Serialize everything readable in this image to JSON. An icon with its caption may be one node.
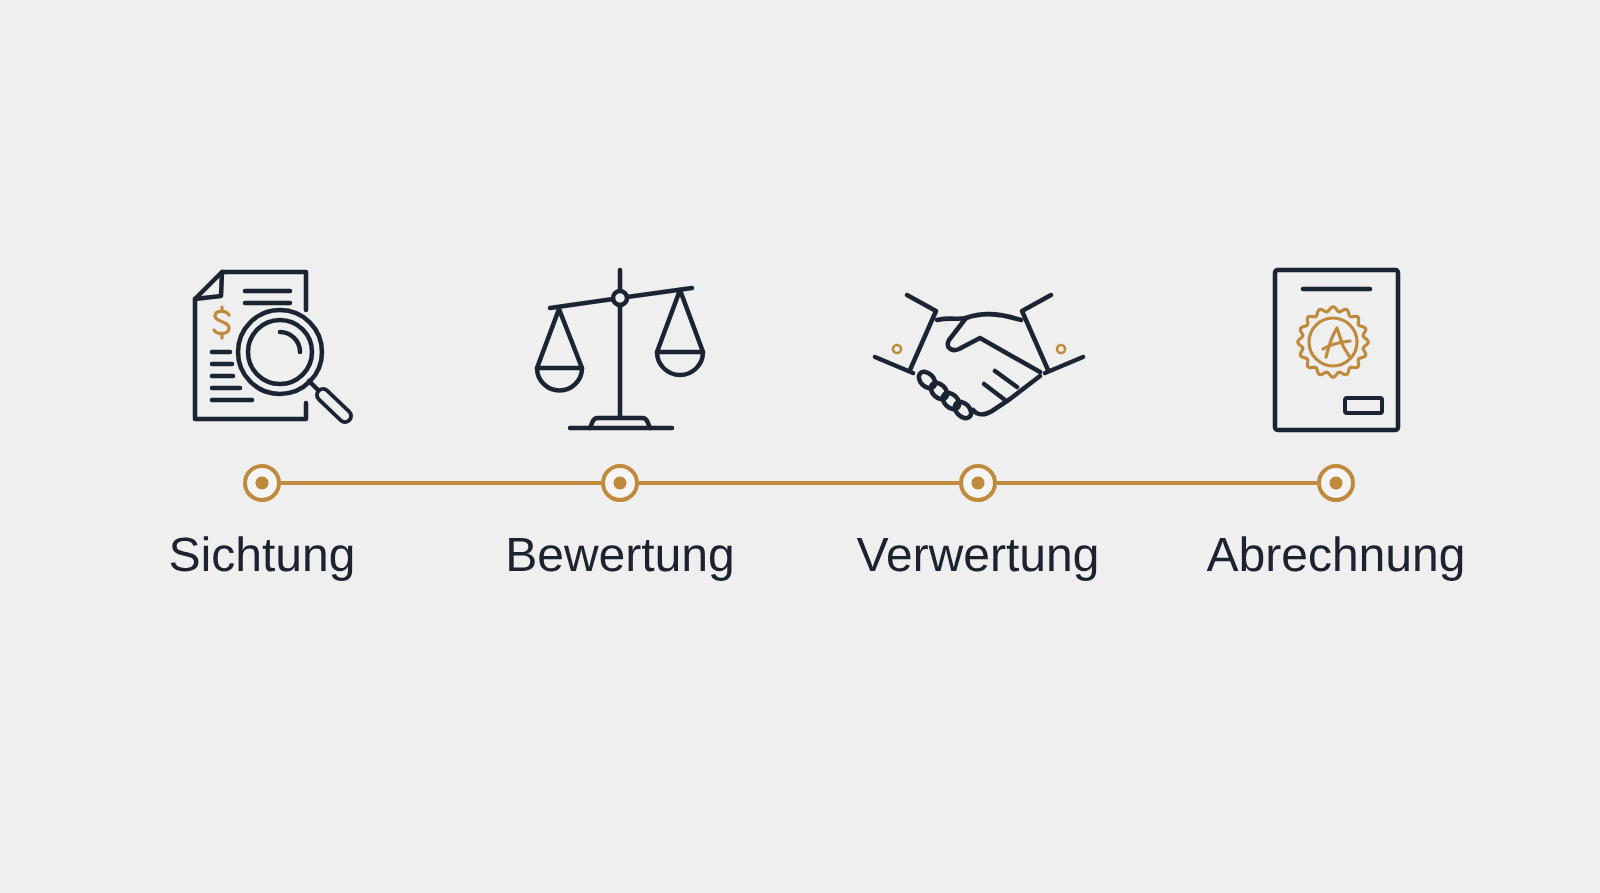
{
  "diagram": {
    "nodes": [
      {
        "text": [
          "Sichtung"
        ]
      },
      {
        "text": [
          "Bewertung"
        ]
      },
      {
        "text": [
          "Verwertung"
        ]
      },
      {
        "text": [
          "Abrechnung"
        ]
      }
    ],
    "edges": [
      {
        "from": 0,
        "to": 1,
        "arrow": "none"
      },
      {
        "from": 1,
        "to": 2,
        "arrow": "none"
      },
      {
        "from": 2,
        "to": 3,
        "arrow": "none"
      }
    ]
  }
}
